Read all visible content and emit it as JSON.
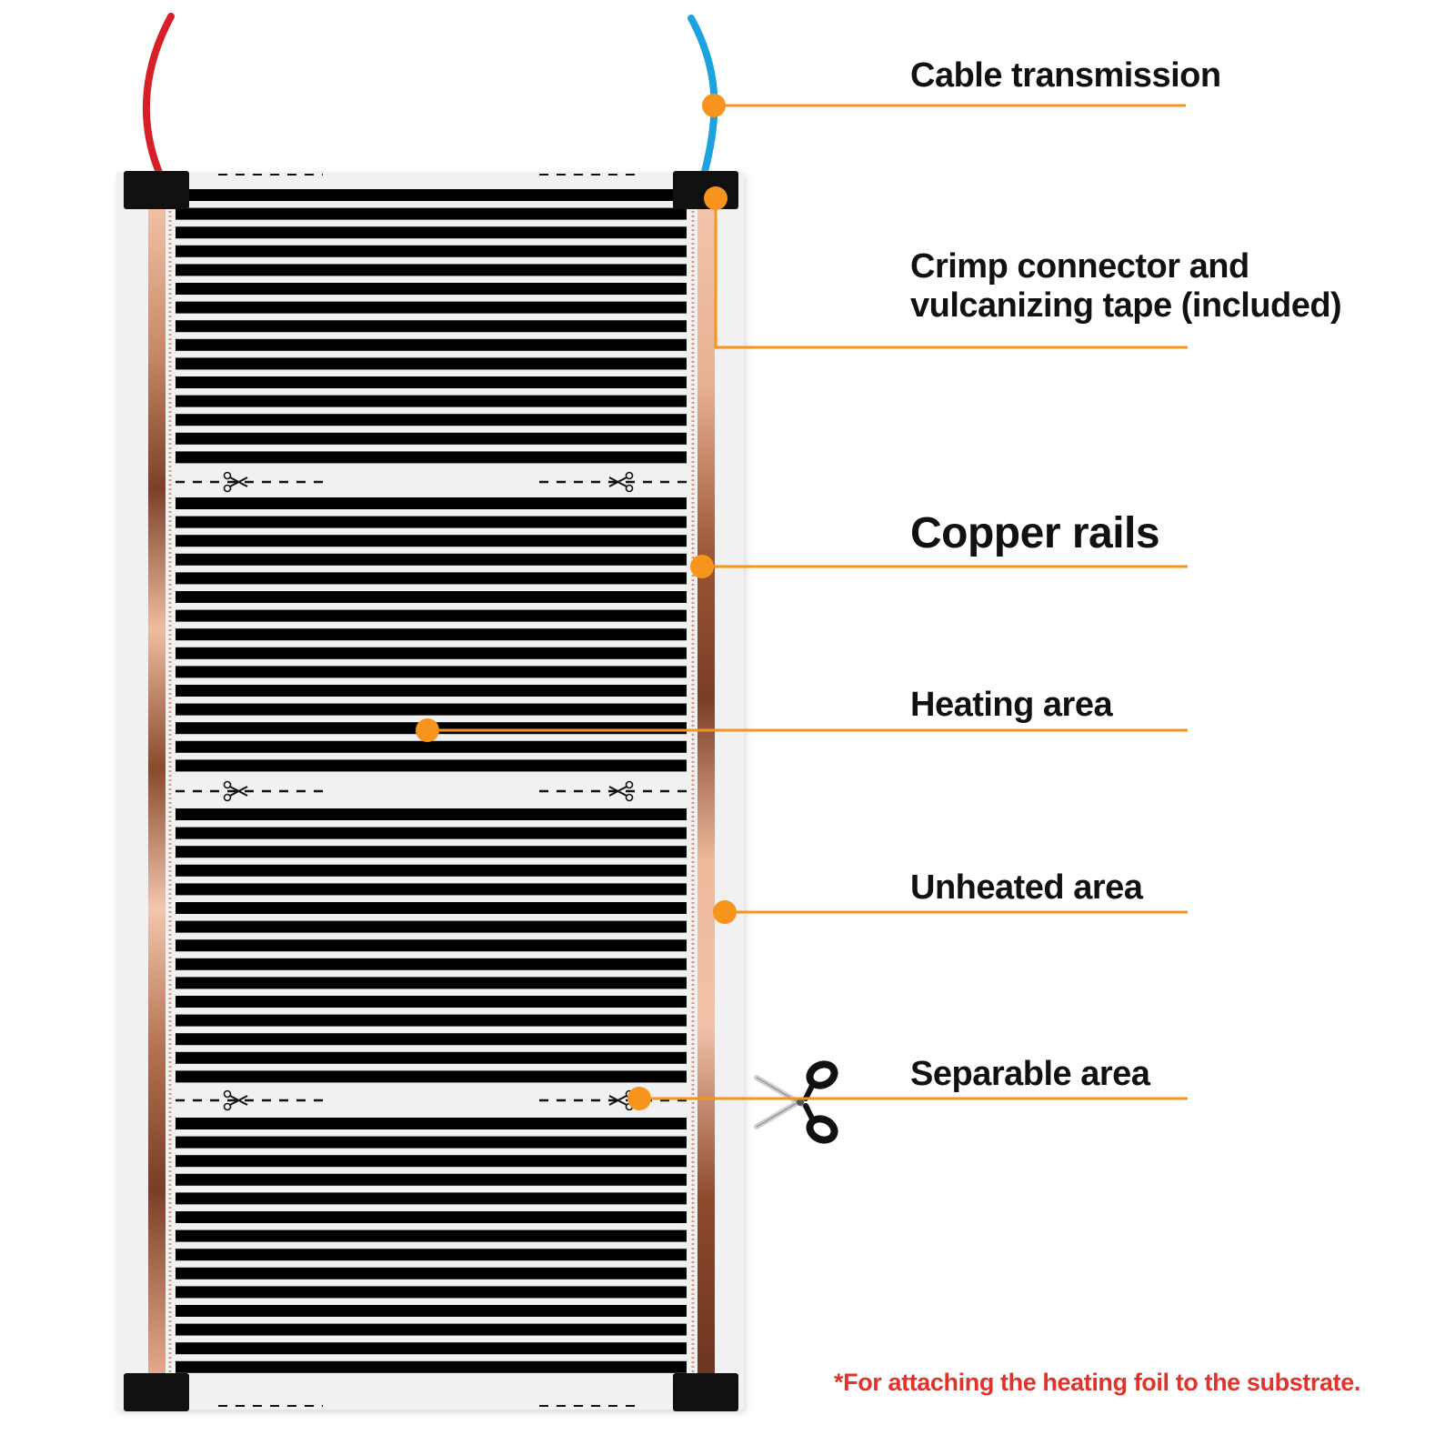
{
  "callouts": [
    {
      "id": "cable",
      "label": "Cable transmission"
    },
    {
      "id": "crimp",
      "label_line1": "Crimp connector and",
      "label_line2": "vulcanizing tape (included)"
    },
    {
      "id": "copper",
      "label": "Copper rails"
    },
    {
      "id": "heating",
      "label": "Heating area"
    },
    {
      "id": "unheated",
      "label": "Unheated area"
    },
    {
      "id": "separable",
      "label": "Separable area"
    }
  ],
  "footnote": "*For attaching the heating foil to the substrate.",
  "colors": {
    "accent": "#f7941d",
    "red_cable": "#d61f26",
    "blue_cable": "#1ca3de",
    "footnote": "#e0332a",
    "stripe": "#000000",
    "connector": "#111111",
    "copper_dark": "#8a4a2c",
    "copper_light": "#f2bfa3"
  },
  "icons": [
    "scissors-icon"
  ]
}
